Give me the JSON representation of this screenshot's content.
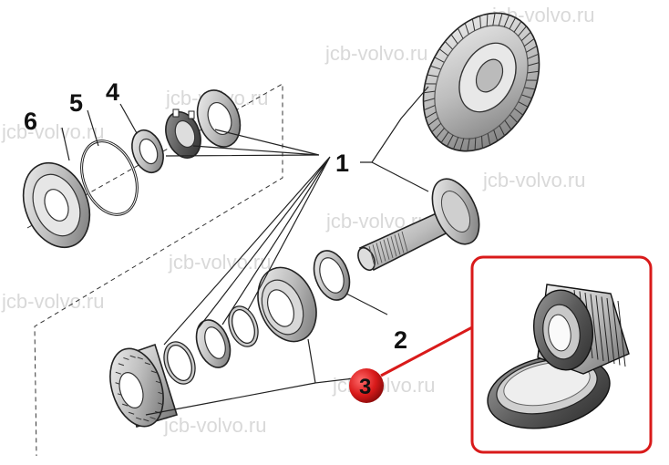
{
  "watermark": "jcb-volvo.ru",
  "callouts": {
    "c1": "1",
    "c2": "2",
    "c3": "3",
    "c4": "4",
    "c5": "5",
    "c6": "6"
  },
  "colors": {
    "highlight_red": "#d91a1a",
    "inset_border": "#d91a1a",
    "line": "#222222",
    "watermark": "#d9d9d9"
  }
}
